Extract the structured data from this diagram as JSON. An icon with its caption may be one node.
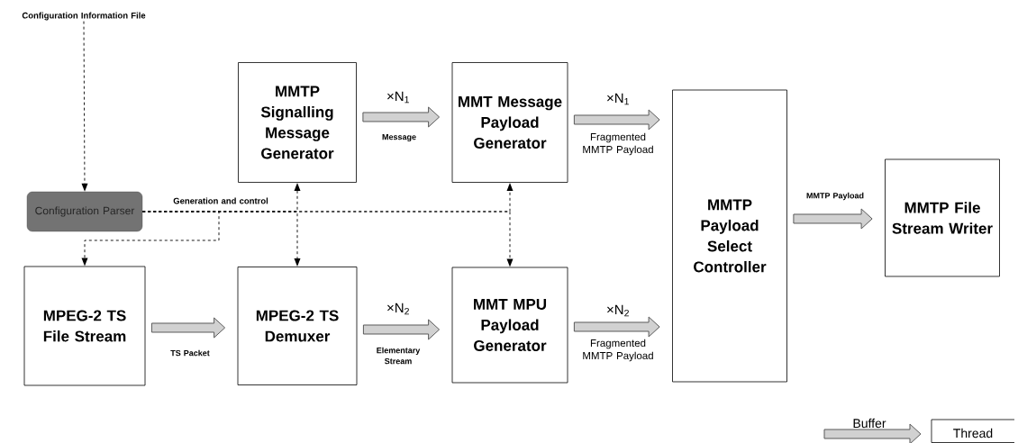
{
  "diagram": {
    "nodes": [
      {
        "text": [
          "Configuration Information File"
        ]
      },
      {
        "text": [
          "Configuration Parser"
        ]
      },
      {
        "text": [
          "MMTP Signalling Message Generator"
        ]
      },
      {
        "text": [
          "MMT Message Payload Generator"
        ]
      },
      {
        "text": [
          "MPEG-2 TS File Stream"
        ]
      },
      {
        "text": [
          "MPEG-2 TS Demuxer"
        ]
      },
      {
        "text": [
          "MMT MPU Payload Generator"
        ]
      },
      {
        "text": [
          "MMTP Payload Select Controller"
        ]
      },
      {
        "text": [
          "MMTP File Stream Writer"
        ]
      }
    ],
    "edges": [
      {
        "from": 0,
        "to": 1,
        "arrow": "to",
        "style": "dashed"
      },
      {
        "from": 1,
        "to": 4,
        "arrow": "to",
        "style": "dashed"
      },
      {
        "from": 1,
        "to": 2,
        "arrow": "to",
        "style": "dashed"
      },
      {
        "from": 1,
        "to": 5,
        "arrow": "to",
        "style": "dashed"
      },
      {
        "from": 1,
        "to": 3,
        "arrow": "to",
        "style": "dashed",
        "label": "Generation and control"
      },
      {
        "from": 1,
        "to": 6,
        "arrow": "to",
        "style": "dashed"
      },
      {
        "from": 2,
        "to": 3,
        "arrow": "to",
        "label": "Message"
      },
      {
        "from": 3,
        "to": 7,
        "arrow": "to",
        "label": "Fragmented MMTP Payload"
      },
      {
        "from": 4,
        "to": 5,
        "arrow": "to",
        "label": "TS Packet"
      },
      {
        "from": 5,
        "to": 6,
        "arrow": "to",
        "label": "Elementary Stream"
      },
      {
        "from": 6,
        "to": 7,
        "arrow": "to",
        "label": "Fragmented MMTP Payload"
      },
      {
        "from": 7,
        "to": 8,
        "arrow": "to",
        "label": "MMTP Payload"
      }
    ],
    "labels": [
      "×N$_{1}$",
      "×N$_{1}$",
      "×N$_{2}$",
      "×N$_{2}$"
    ],
    "legend": [
      {
        "text": "Buffer"
      },
      {
        "text": "Thread"
      }
    ]
  }
}
